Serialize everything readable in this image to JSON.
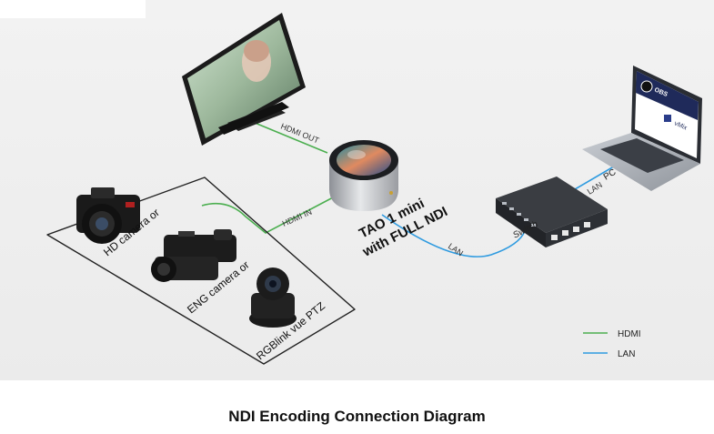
{
  "diagram": {
    "caption": "NDI Encoding Connection Diagram",
    "device": {
      "line1": "TAO 1 mini",
      "line2": "with FULL NDI"
    },
    "sources": {
      "hd_camera": "HD camera or",
      "eng_camera": "ENG camera or",
      "ptz_camera": "RGBlink vue PTZ"
    },
    "links": {
      "hdmi_out": "HDMI OUT",
      "hdmi_in": "HDMI IN",
      "lan_device": "LAN",
      "lan_pc": "LAN"
    },
    "switch_label": "Switch",
    "pc_label": "PC",
    "software": {
      "obs": "OBS",
      "vmix": "vMix"
    },
    "legend": [
      {
        "label": "HDMI",
        "color": "#4caf50"
      },
      {
        "label": "LAN",
        "color": "#2f9be0"
      }
    ],
    "colors": {
      "hdmi": "#4caf50",
      "lan": "#2f9be0"
    }
  }
}
